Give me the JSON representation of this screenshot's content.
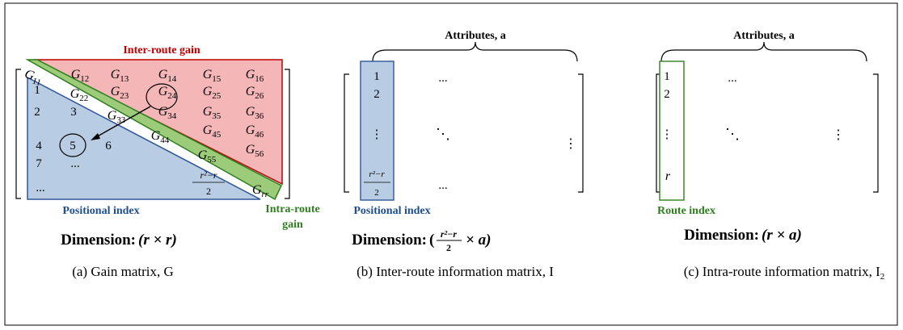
{
  "colors": {
    "red_stroke": "#c00000",
    "red_fill": "#f4b6b6",
    "green_stroke": "#2e7d1e",
    "green_fill": "#9ccc7a",
    "blue_stroke": "#2f5597",
    "blue_fill": "#b8cce4",
    "blue_text": "#1f4e8c",
    "green_text": "#2e7d1e",
    "red_text": "#c00000"
  },
  "panel_a": {
    "upper_label": "Inter-route gain",
    "diag_label_line1": "Intra-route",
    "diag_label_line2": "gain",
    "lower_label": "Positional index",
    "upper_cells": [
      {
        "sub": "12"
      },
      {
        "sub": "13"
      },
      {
        "sub": "14"
      },
      {
        "sub": "15"
      },
      {
        "sub": "16"
      },
      {
        "sub": "23"
      },
      {
        "sub": "24"
      },
      {
        "sub": "25"
      },
      {
        "sub": "26"
      },
      {
        "sub": "34"
      },
      {
        "sub": "35"
      },
      {
        "sub": "36"
      },
      {
        "sub": "45"
      },
      {
        "sub": "46"
      },
      {
        "sub": "56"
      }
    ],
    "diag_cells": [
      {
        "sub": "11"
      },
      {
        "sub": "22"
      },
      {
        "sub": "33"
      },
      {
        "sub": "44"
      },
      {
        "sub": "55"
      },
      {
        "sub": "rr"
      }
    ],
    "letter": "G",
    "lower_values": [
      "1",
      "2",
      "3",
      "4",
      "5",
      "6",
      "7",
      "...",
      "..."
    ],
    "frac_num": "r²−r",
    "frac_den": "2",
    "dimension_label": "Dimension:",
    "dimension_expr": "(r × r)",
    "caption": "(a)  Gain matrix, G"
  },
  "panel_b": {
    "attr_label": "Attributes, a",
    "column_values": [
      "1",
      "2",
      "⋮"
    ],
    "frac_num": "r²−r",
    "frac_den": "2",
    "hdots": "...",
    "ddots": "⋱",
    "vdots": "⋮",
    "index_label": "Positional index",
    "dimension_label": "Dimension:",
    "dim_frac_num": "r²−r",
    "dim_frac_den": "2",
    "dim_tail": "× a)",
    "caption": "(b) Inter-route information matrix, I"
  },
  "panel_c": {
    "attr_label": "Attributes, a",
    "column_values": [
      "1",
      "2",
      "⋮",
      "r"
    ],
    "hdots": "...",
    "ddots": "⋱",
    "vdots": "⋮",
    "index_label": "Route index",
    "dimension_label": "Dimension:",
    "dimension_expr": "(r × a)",
    "caption": "(c) Intra-route information matrix, I",
    "caption_sub": "2"
  }
}
